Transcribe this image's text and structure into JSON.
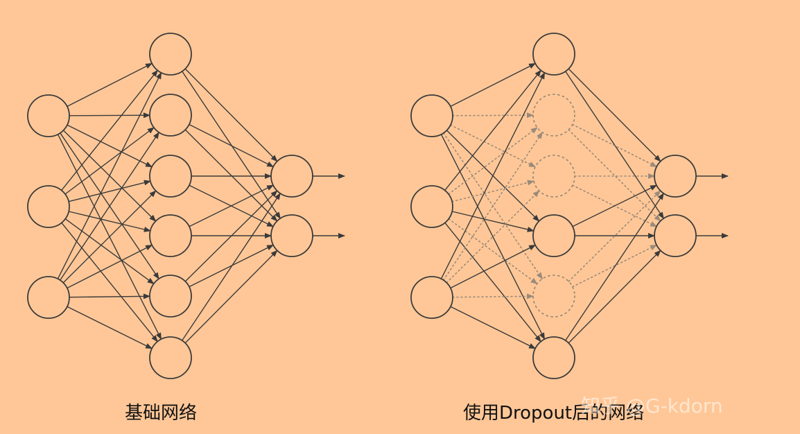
{
  "colors": {
    "background": "#FFC797",
    "stroke": "#3a3a3a",
    "dropped_stroke": "#9a8a7a",
    "watermark": "#ffffff"
  },
  "left_network": {
    "caption": "基础网络",
    "layers": [
      3,
      6,
      2
    ],
    "outputs": 2
  },
  "right_network": {
    "caption": "使用Dropout后的网络",
    "layers": [
      3,
      6,
      2
    ],
    "outputs": 2,
    "dropped_hidden_units": [
      2,
      3,
      5
    ]
  },
  "watermark": "知乎 @G-kdorn"
}
